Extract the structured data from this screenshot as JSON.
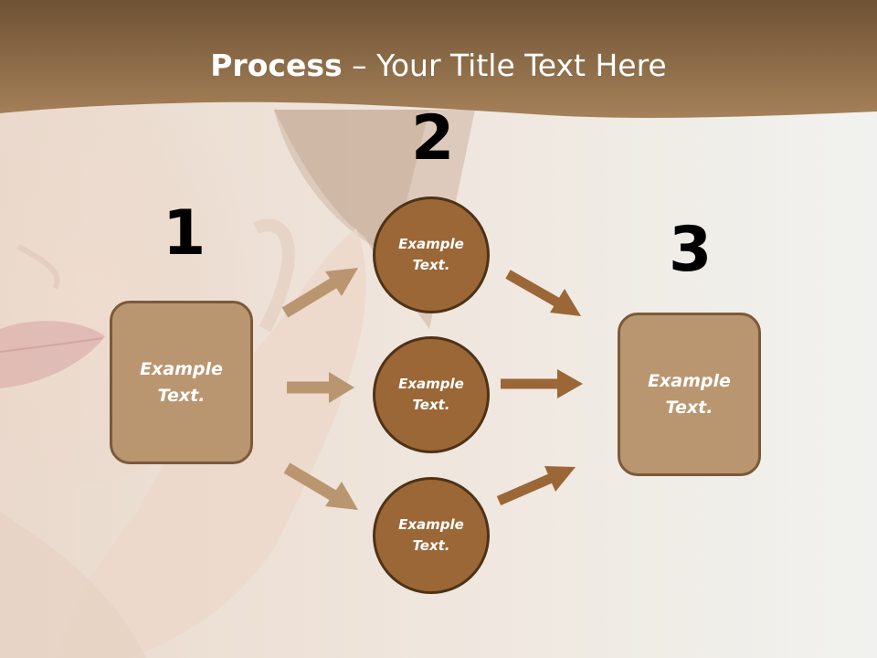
{
  "slide": {
    "title_bold": "Process",
    "title_rest": " – Your Title Text Here"
  },
  "steps": [
    {
      "number": "1",
      "box_line1": "Example",
      "box_line2": "Text."
    },
    {
      "number": "2"
    },
    {
      "number": "3",
      "box_line1": "Example",
      "box_line2": "Text."
    }
  ],
  "circles": [
    {
      "line1": "Example",
      "line2": "Text."
    },
    {
      "line1": "Example",
      "line2": "Text."
    },
    {
      "line1": "Example",
      "line2": "Text."
    }
  ],
  "colors": {
    "header": "#8a6840",
    "box_fill": "#b99670",
    "circle_fill": "#9b6737",
    "arrow_light": "#b99670",
    "arrow_dark": "#9b6737"
  }
}
